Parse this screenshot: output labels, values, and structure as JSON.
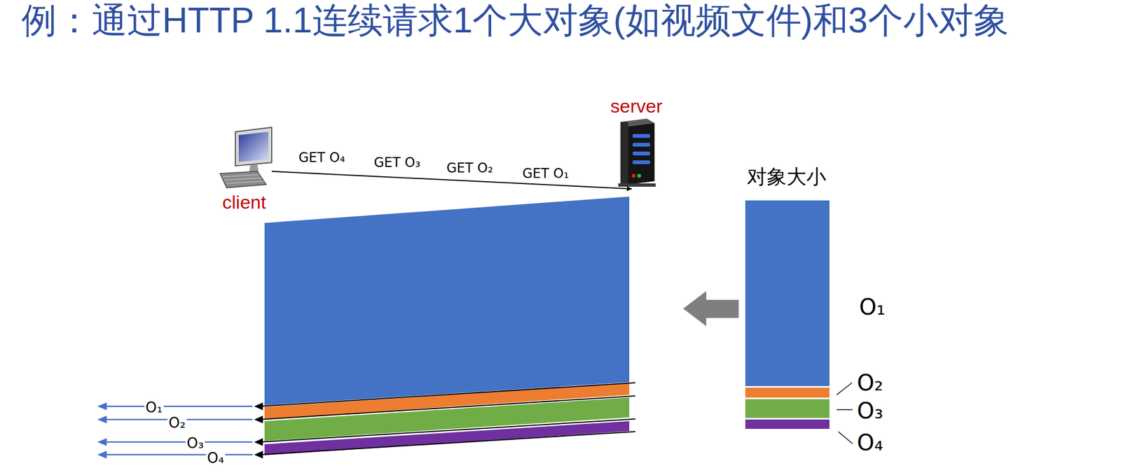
{
  "diagram": {
    "title": "例：通过HTTP 1.1连续请求1个大对象(如视频文件)和3个小对象",
    "nodes": [
      {
        "text": [
          "client"
        ]
      },
      {
        "text": [
          "server"
        ]
      }
    ],
    "edges": [
      {
        "from": 0,
        "to": 1,
        "arrow": "to"
      }
    ],
    "labels": [
      "GET O₄",
      "GET O₃",
      "GET O₂",
      "GET O₁",
      "对象大小",
      "O₁",
      "O₂",
      "O₃",
      "O₄",
      "O₁",
      "O₂",
      "O₃",
      "O₄"
    ]
  }
}
